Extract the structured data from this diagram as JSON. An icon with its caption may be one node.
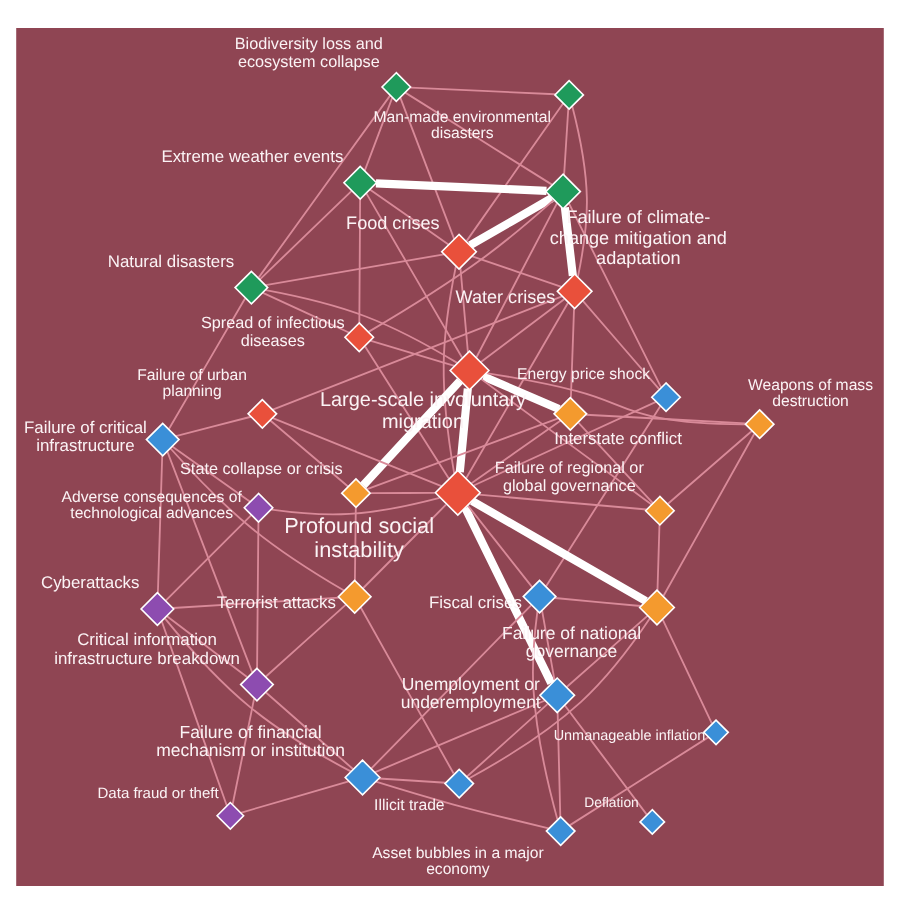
{
  "diagram": {
    "nodes": [
      {
        "text": [],
        "shape": "diamond",
        "beside": [
          "Biodiversity loss and ecosystem collapse"
        ]
      },
      {
        "text": [],
        "shape": "diamond",
        "beside": [
          "Man-made environmental disasters"
        ]
      },
      {
        "text": [],
        "shape": "diamond",
        "beside": [
          "Natural disasters"
        ]
      },
      {
        "text": [],
        "shape": "diamond",
        "beside": [
          "Food crises"
        ]
      },
      {
        "text": [],
        "shape": "diamond",
        "beside": [
          "Extreme weather events"
        ]
      },
      {
        "text": [],
        "shape": "diamond",
        "beside": [
          "Energy price shock"
        ]
      },
      {
        "text": [],
        "shape": "diamond",
        "beside": [
          "Spread of infectious diseases"
        ]
      },
      {
        "text": [],
        "shape": "diamond",
        "beside": [
          "Water crises"
        ]
      },
      {
        "text": [],
        "shape": "diamond",
        "beside": [
          "Failure of climate-change mitigation and adaptation"
        ]
      },
      {
        "text": [],
        "shape": "diamond",
        "beside": [
          "Large-scale involuntary migration"
        ]
      },
      {
        "text": [],
        "shape": "diamond",
        "beside": [
          "Interstate conflict"
        ]
      },
      {
        "text": [],
        "shape": "diamond",
        "beside": [
          "Failure of urban planning"
        ]
      },
      {
        "text": [],
        "shape": "diamond",
        "beside": [
          "Weapons of mass destruction"
        ]
      },
      {
        "text": [],
        "shape": "diamond",
        "beside": [
          "State collapse or crisis"
        ]
      },
      {
        "text": [],
        "shape": "diamond",
        "beside": [
          "Failure of regional or global governance"
        ]
      },
      {
        "text": [],
        "shape": "diamond",
        "beside": [
          "Profound social instability"
        ]
      },
      {
        "text": [],
        "shape": "diamond",
        "beside": [
          "Failure of critical infrastructure"
        ]
      },
      {
        "text": [],
        "shape": "diamond",
        "beside": [
          "Terrorist attacks"
        ]
      },
      {
        "text": [],
        "shape": "diamond",
        "beside": [
          "Failure of national governance"
        ]
      },
      {
        "text": [],
        "shape": "diamond",
        "beside": [
          "Unemployment or underemployment"
        ]
      },
      {
        "text": [],
        "shape": "diamond",
        "beside": [
          "Adverse consequences of technological advances"
        ]
      },
      {
        "text": [],
        "shape": "diamond",
        "beside": [
          "Unmanageable inflation"
        ]
      },
      {
        "text": [],
        "shape": "diamond",
        "beside": [
          "Critical information infrastructure breakdown"
        ]
      },
      {
        "text": [],
        "shape": "diamond",
        "beside": [
          "Cyberattacks"
        ]
      },
      {
        "text": [],
        "shape": "diamond",
        "beside": [
          "Illicit trade"
        ]
      },
      {
        "text": [],
        "shape": "diamond",
        "beside": [
          "Fiscal crises"
        ]
      },
      {
        "text": [],
        "shape": "diamond",
        "beside": [
          "Deflation"
        ]
      },
      {
        "text": [],
        "shape": "diamond",
        "beside": [
          "Data fraud or theft"
        ]
      },
      {
        "text": [],
        "shape": "diamond",
        "beside": [
          "Asset bubbles in a major economy"
        ]
      },
      {
        "text": [],
        "shape": "diamond",
        "beside": [
          "Failure of financial mechanism or institution"
        ]
      }
    ],
    "edges": [
      {
        "from": 8,
        "to": 4,
        "arrow": "none",
        "style": "thick",
        "color": "#ffffff"
      },
      {
        "from": 7,
        "to": 8,
        "arrow": "none",
        "style": "thick",
        "color": "#ffffff"
      },
      {
        "from": 9,
        "to": 15,
        "arrow": "none",
        "style": "thick",
        "color": "#ffffff"
      },
      {
        "from": 15,
        "to": 19,
        "arrow": "none",
        "style": "thick",
        "color": "#ffffff"
      },
      {
        "from": 15,
        "to": 18,
        "arrow": "none",
        "style": "thick",
        "color": "#ffffff"
      },
      {
        "from": 9,
        "to": 10,
        "arrow": "none",
        "style": "thick",
        "color": "#ffffff"
      },
      {
        "from": 3,
        "to": 8,
        "arrow": "none",
        "style": "thick",
        "color": "#ffffff"
      },
      {
        "from": 9,
        "to": 13,
        "arrow": "none",
        "style": "thick",
        "color": "#ffffff"
      },
      {
        "from": 0,
        "to": 8,
        "arrow": "none"
      },
      {
        "from": 0,
        "to": 3,
        "arrow": "none"
      },
      {
        "from": 0,
        "to": 4,
        "arrow": "none"
      },
      {
        "from": 0,
        "to": 2,
        "arrow": "none"
      },
      {
        "from": 0,
        "to": 1,
        "arrow": "none"
      },
      {
        "from": 1,
        "to": 3,
        "arrow": "none"
      },
      {
        "from": 1,
        "to": 7,
        "arrow": "none"
      },
      {
        "from": 1,
        "to": 8,
        "arrow": "none"
      },
      {
        "from": 2,
        "to": 4,
        "arrow": "none"
      },
      {
        "from": 2,
        "to": 6,
        "arrow": "none"
      },
      {
        "from": 2,
        "to": 3,
        "arrow": "none"
      },
      {
        "from": 2,
        "to": 9,
        "arrow": "none"
      },
      {
        "from": 2,
        "to": 16,
        "arrow": "none"
      },
      {
        "from": 3,
        "to": 7,
        "arrow": "none"
      },
      {
        "from": 3,
        "to": 4,
        "arrow": "none"
      },
      {
        "from": 3,
        "to": 9,
        "arrow": "none"
      },
      {
        "from": 3,
        "to": 15,
        "arrow": "none"
      },
      {
        "from": 4,
        "to": 6,
        "arrow": "none"
      },
      {
        "from": 4,
        "to": 9,
        "arrow": "none"
      },
      {
        "from": 5,
        "to": 7,
        "arrow": "none"
      },
      {
        "from": 5,
        "to": 8,
        "arrow": "none"
      },
      {
        "from": 5,
        "to": 15,
        "arrow": "none"
      },
      {
        "from": 5,
        "to": 25,
        "arrow": "none"
      },
      {
        "from": 6,
        "to": 8,
        "arrow": "none"
      },
      {
        "from": 6,
        "to": 9,
        "arrow": "none"
      },
      {
        "from": 6,
        "to": 15,
        "arrow": "none"
      },
      {
        "from": 7,
        "to": 9,
        "arrow": "none"
      },
      {
        "from": 7,
        "to": 11,
        "arrow": "none"
      },
      {
        "from": 7,
        "to": 15,
        "arrow": "none"
      },
      {
        "from": 7,
        "to": 10,
        "arrow": "none"
      },
      {
        "from": 8,
        "to": 9,
        "arrow": "none"
      },
      {
        "from": 9,
        "to": 14,
        "arrow": "none"
      },
      {
        "from": 10,
        "to": 12,
        "arrow": "none"
      },
      {
        "from": 10,
        "to": 14,
        "arrow": "none"
      },
      {
        "from": 10,
        "to": 13,
        "arrow": "none"
      },
      {
        "from": 10,
        "to": 15,
        "arrow": "none"
      },
      {
        "from": 11,
        "to": 13,
        "arrow": "none"
      },
      {
        "from": 11,
        "to": 16,
        "arrow": "none"
      },
      {
        "from": 11,
        "to": 15,
        "arrow": "none"
      },
      {
        "from": 12,
        "to": 14,
        "arrow": "none"
      },
      {
        "from": 12,
        "to": 9,
        "arrow": "none"
      },
      {
        "from": 12,
        "to": 18,
        "arrow": "none"
      },
      {
        "from": 13,
        "to": 15,
        "arrow": "none"
      },
      {
        "from": 13,
        "to": 17,
        "arrow": "none"
      },
      {
        "from": 14,
        "to": 18,
        "arrow": "none"
      },
      {
        "from": 14,
        "to": 15,
        "arrow": "none"
      },
      {
        "from": 15,
        "to": 17,
        "arrow": "none"
      },
      {
        "from": 15,
        "to": 20,
        "arrow": "none"
      },
      {
        "from": 15,
        "to": 25,
        "arrow": "none"
      },
      {
        "from": 16,
        "to": 17,
        "arrow": "none"
      },
      {
        "from": 16,
        "to": 22,
        "arrow": "none"
      },
      {
        "from": 16,
        "to": 23,
        "arrow": "none"
      },
      {
        "from": 16,
        "to": 20,
        "arrow": "none"
      },
      {
        "from": 17,
        "to": 22,
        "arrow": "none"
      },
      {
        "from": 17,
        "to": 23,
        "arrow": "none"
      },
      {
        "from": 17,
        "to": 24,
        "arrow": "none"
      },
      {
        "from": 18,
        "to": 21,
        "arrow": "none"
      },
      {
        "from": 18,
        "to": 19,
        "arrow": "none"
      },
      {
        "from": 18,
        "to": 25,
        "arrow": "none"
      },
      {
        "from": 18,
        "to": 24,
        "arrow": "none"
      },
      {
        "from": 19,
        "to": 25,
        "arrow": "none"
      },
      {
        "from": 19,
        "to": 24,
        "arrow": "none"
      },
      {
        "from": 19,
        "to": 26,
        "arrow": "none"
      },
      {
        "from": 19,
        "to": 28,
        "arrow": "none"
      },
      {
        "from": 19,
        "to": 29,
        "arrow": "none"
      },
      {
        "from": 20,
        "to": 23,
        "arrow": "none"
      },
      {
        "from": 20,
        "to": 22,
        "arrow": "none"
      },
      {
        "from": 21,
        "to": 28,
        "arrow": "none"
      },
      {
        "from": 22,
        "to": 23,
        "arrow": "none"
      },
      {
        "from": 22,
        "to": 27,
        "arrow": "none"
      },
      {
        "from": 22,
        "to": 29,
        "arrow": "none"
      },
      {
        "from": 23,
        "to": 27,
        "arrow": "none"
      },
      {
        "from": 23,
        "to": 29,
        "arrow": "none"
      },
      {
        "from": 24,
        "to": 29,
        "arrow": "none"
      },
      {
        "from": 25,
        "to": 28,
        "arrow": "none"
      },
      {
        "from": 25,
        "to": 29,
        "arrow": "none"
      },
      {
        "from": 27,
        "to": 29,
        "arrow": "none"
      },
      {
        "from": 28,
        "to": 29,
        "arrow": "none"
      }
    ]
  }
}
